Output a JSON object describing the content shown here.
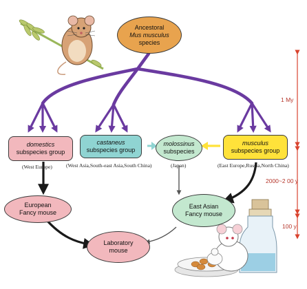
{
  "nodes": {
    "ancestral": {
      "line1": "Ancestoral",
      "line2": "Mus musculus",
      "line3": "species",
      "color": "#e8a34e"
    },
    "domestics": {
      "line1": "domestics",
      "line2": "subspecies group",
      "region": "(West Europe)",
      "color": "#f2b8bd"
    },
    "castaneus": {
      "line1": "castaneus",
      "line2": "subspecies group",
      "region": "(West Asia,South-east Asia,South China)",
      "color": "#8fd4d2"
    },
    "molossinus": {
      "line1": "molossinus",
      "line2": "subspecies",
      "region": "(Japan)",
      "color": "#c3e8cf"
    },
    "musculus": {
      "line1": "musculus",
      "line2": "subspecies group",
      "region": "(East Europe,Russia,North China)",
      "color": "#ffe23a"
    },
    "european": {
      "line1": "European",
      "line2": "Fancy mouse",
      "color": "#f2b8bd"
    },
    "eastasian": {
      "line1": "East Asian",
      "line2": "Fancy mouse",
      "color": "#c3e8cf"
    },
    "laboratory": {
      "line1": "Laboratory",
      "line2": "mouse",
      "color": "#f2b8bd"
    }
  },
  "timeline": {
    "labels": [
      "1 My",
      "2000~2 00 y",
      "100 y"
    ],
    "color": "#d9432e"
  },
  "colors": {
    "branch": "#6a3aa0",
    "black_arrow": "#1a1a1a",
    "gray_arrow": "#555555"
  }
}
